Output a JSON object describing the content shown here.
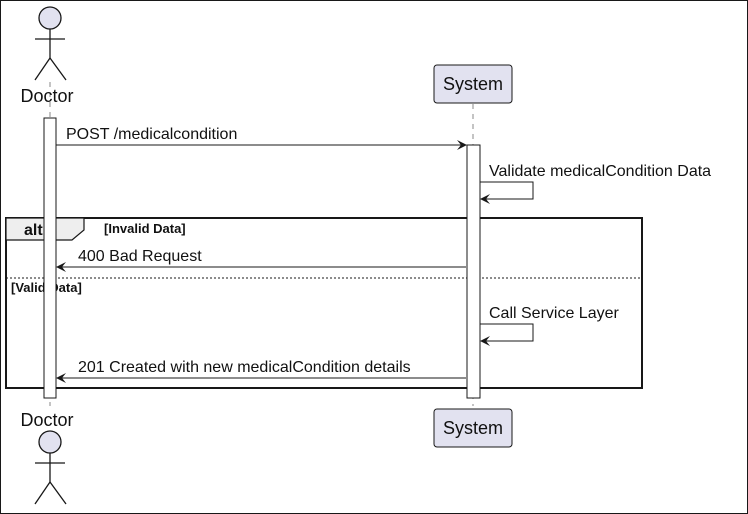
{
  "participants": {
    "doctor": {
      "name": "Doctor",
      "kind": "actor"
    },
    "system": {
      "name": "System",
      "kind": "participant"
    }
  },
  "messages": [
    {
      "from": "Doctor",
      "to": "System",
      "label": "POST /medicalcondition"
    },
    {
      "from": "System",
      "to": "System",
      "label": "Validate medicalCondition Data"
    },
    {
      "from": "System",
      "to": "Doctor",
      "label": "400 Bad Request"
    },
    {
      "from": "System",
      "to": "System",
      "label": "Call Service Layer"
    },
    {
      "from": "System",
      "to": "Doctor",
      "label": "201 Created with new medicalCondition details"
    }
  ],
  "alt_fragment": {
    "keyword": "alt",
    "guard_1": "[Invalid Data]",
    "guard_2": "[Valid Data]"
  },
  "colors": {
    "participant_fill": "#e2e2f0",
    "participant_stroke": "#181818",
    "lifeline": "#888888",
    "alt_tab_fill": "#eeeeee",
    "line": "#181818"
  }
}
